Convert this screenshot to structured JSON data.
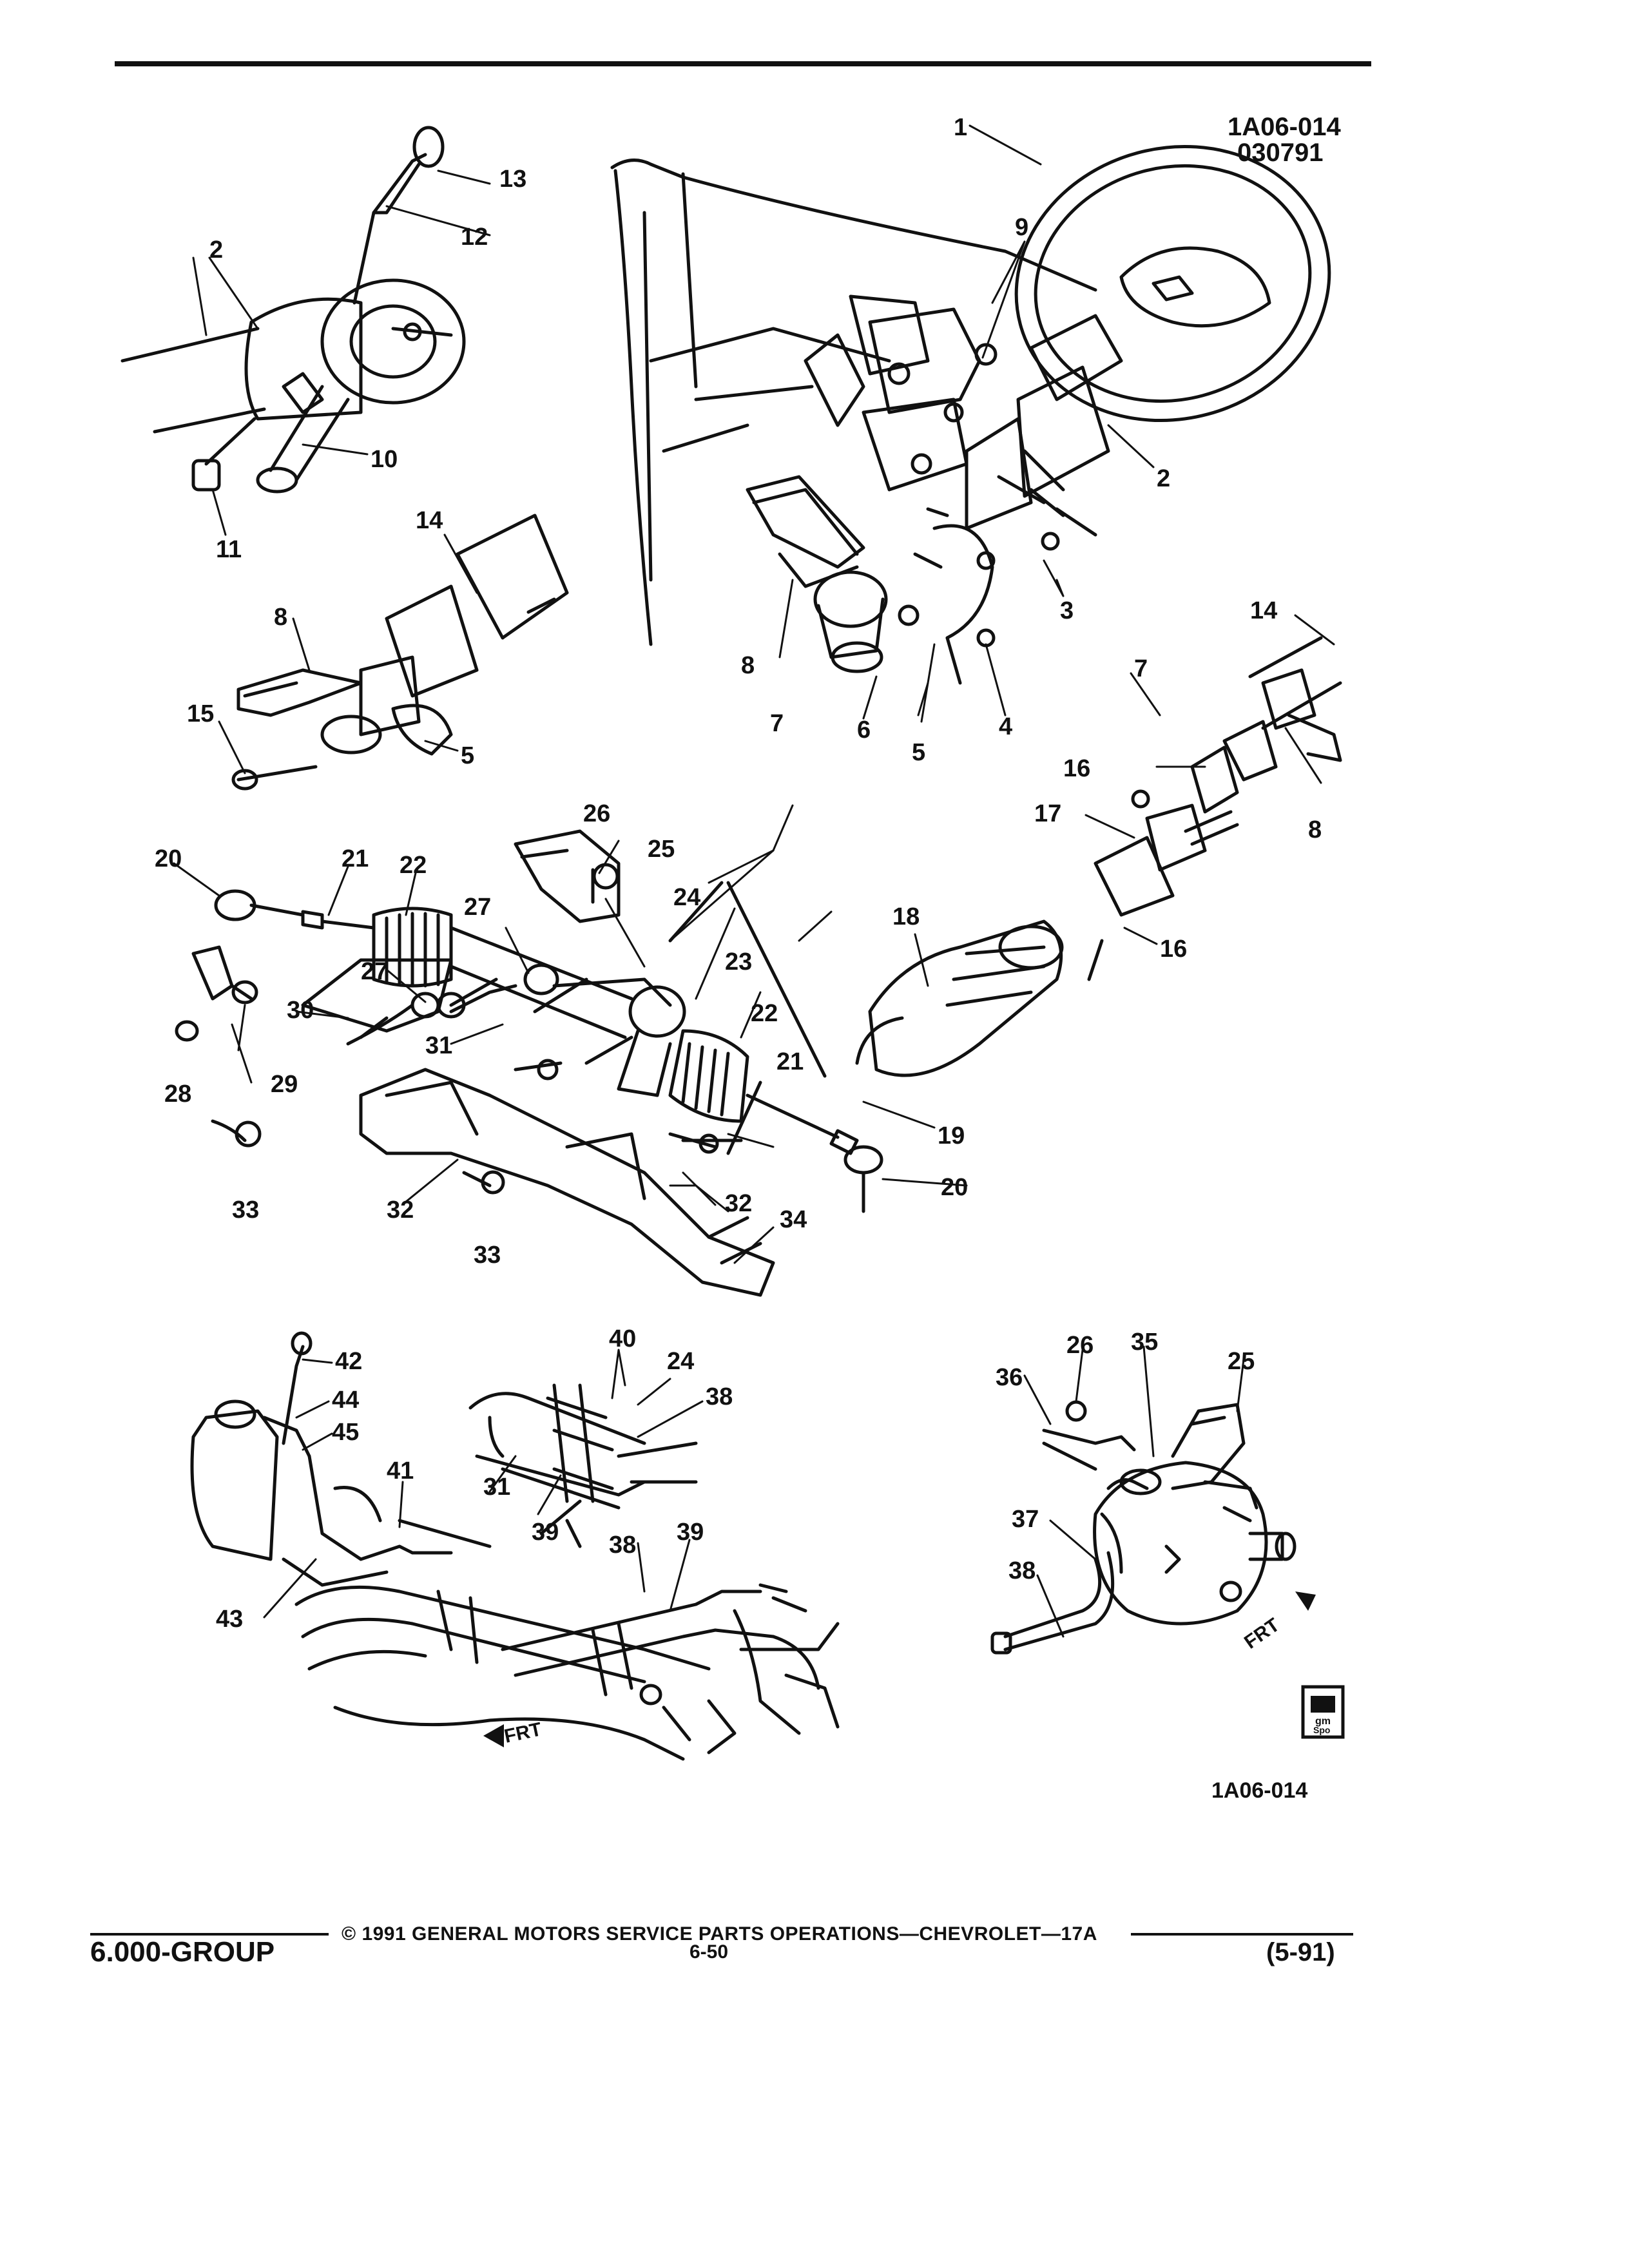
{
  "figure": {
    "id": "1A06-014",
    "date_code": "030791",
    "bottom_id": "1A06-014"
  },
  "callouts": {
    "c1": "1",
    "c2a": "2",
    "c2b": "2",
    "c3": "3",
    "c4": "4",
    "c5a": "5",
    "c5b": "5",
    "c6": "6",
    "c7a": "7",
    "c7b": "7",
    "c8a": "8",
    "c8b": "8",
    "c8c": "8",
    "c9": "9",
    "c10": "10",
    "c11": "11",
    "c12": "12",
    "c13": "13",
    "c14a": "14",
    "c14b": "14",
    "c15": "15",
    "c16a": "16",
    "c16b": "16",
    "c17": "17",
    "c18": "18",
    "c19": "19",
    "c20a": "20",
    "c20b": "20",
    "c21a": "21",
    "c21b": "21",
    "c22a": "22",
    "c22b": "22",
    "c23": "23",
    "c24a": "24",
    "c24b": "24",
    "c25a": "25",
    "c25b": "25",
    "c26a": "26",
    "c26b": "26",
    "c27a": "27",
    "c27b": "27",
    "c28": "28",
    "c29": "29",
    "c30": "30",
    "c31a": "31",
    "c31b": "31",
    "c32a": "32",
    "c32b": "32",
    "c33a": "33",
    "c33b": "33",
    "c34": "34",
    "c35": "35",
    "c36": "36",
    "c37": "37",
    "c38a": "38",
    "c38b": "38",
    "c38c": "38",
    "c39a": "39",
    "c39b": "39",
    "c40": "40",
    "c41": "41",
    "c42": "42",
    "c43": "43",
    "c44": "44",
    "c45": "45"
  },
  "direction_labels": {
    "frt_left": "FRT",
    "frt_right": "FRT"
  },
  "badge": {
    "top": "gm",
    "bottom": "Spo"
  },
  "footer": {
    "group": "6.000-GROUP",
    "copyright": "© 1991 GENERAL MOTORS SERVICE PARTS OPERATIONS—CHEVROLET—17A",
    "page": "6-50",
    "date": "(5-91)"
  }
}
